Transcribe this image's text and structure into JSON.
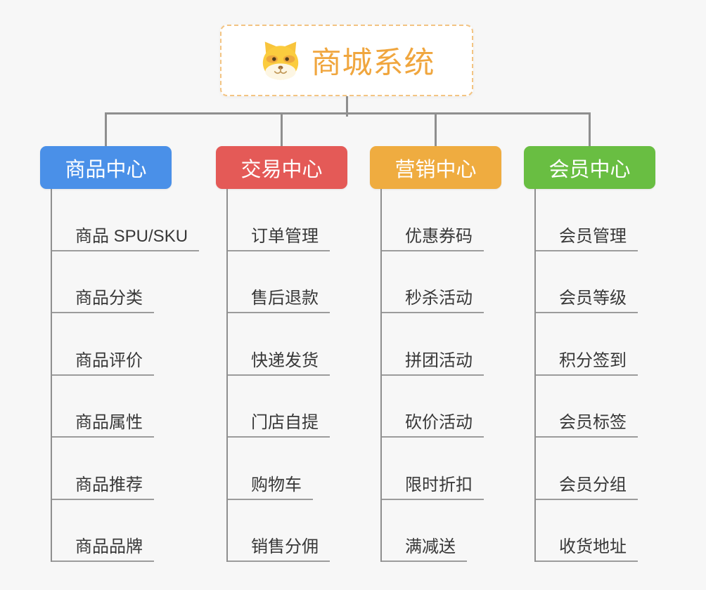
{
  "root": {
    "title": "商城系统",
    "icon": "shiba-dog-icon"
  },
  "branches": [
    {
      "label": "商品中心",
      "color": "#4a90e8",
      "items": [
        "商品 SPU/SKU",
        "商品分类",
        "商品评价",
        "商品属性",
        "商品推荐",
        "商品品牌"
      ]
    },
    {
      "label": "交易中心",
      "color": "#e45a57",
      "items": [
        "订单管理",
        "售后退款",
        "快递发货",
        "门店自提",
        "购物车",
        "销售分佣"
      ]
    },
    {
      "label": "营销中心",
      "color": "#efac40",
      "items": [
        "优惠券码",
        "秒杀活动",
        "拼团活动",
        "砍价活动",
        "限时折扣",
        "满减送"
      ]
    },
    {
      "label": "会员中心",
      "color": "#69be42",
      "items": [
        "会员管理",
        "会员等级",
        "积分签到",
        "会员标签",
        "会员分组",
        "收货地址"
      ]
    }
  ],
  "colors": {
    "background": "#f7f7f7",
    "connector": "#8f8f8f",
    "root_text": "#f0a63e",
    "root_border": "#f3c483",
    "leaf_text": "#383838",
    "leaf_underline": "#9c9c9c"
  }
}
